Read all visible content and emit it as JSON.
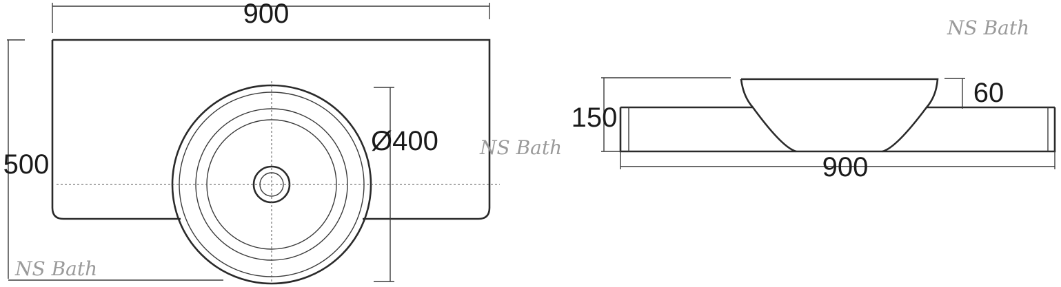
{
  "top_view": {
    "width_label": "900",
    "depth_label": "500",
    "bowl_diameter_label": "Ø400"
  },
  "side_view": {
    "height_label": "150",
    "bowl_height_label": "60",
    "width_label": "900"
  },
  "watermarks": [
    "NS Bath",
    "NS Bath",
    "NS Bath"
  ],
  "colors": {
    "line": "#2a2a2a",
    "watermark": "#9a9a9a"
  }
}
